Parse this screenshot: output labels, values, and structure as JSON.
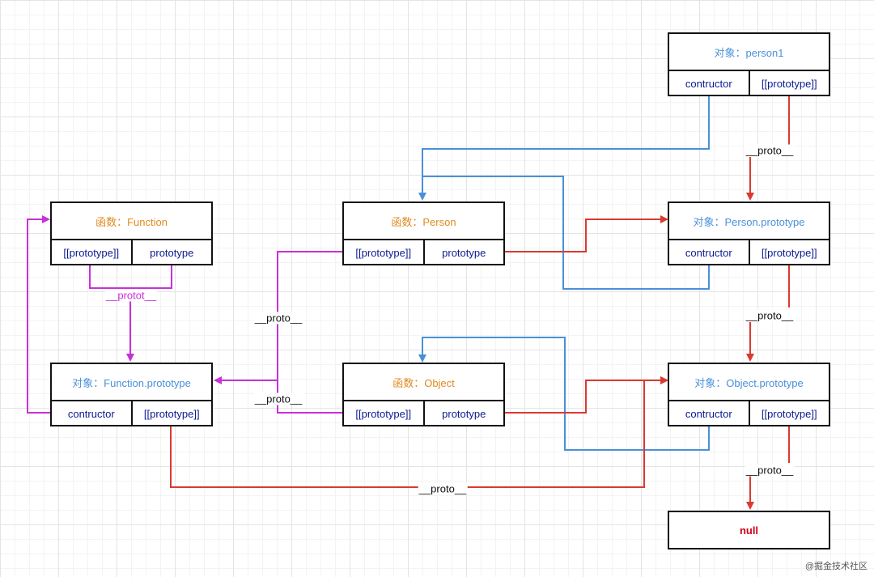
{
  "nodes": {
    "person1": {
      "title": "对象：person1",
      "left": "contructor",
      "right": "[[prototype]]"
    },
    "person_prototype": {
      "title": "对象：Person.prototype",
      "left": "contructor",
      "right": "[[prototype]]"
    },
    "object_prototype": {
      "title": "对象：Object.prototype",
      "left": "contructor",
      "right": "[[prototype]]"
    },
    "null_box": {
      "title": "null"
    },
    "fn_person": {
      "title": "函数：Person",
      "left": "[[prototype]]",
      "right": "prototype"
    },
    "fn_object": {
      "title": "函数：Object",
      "left": "[[prototype]]",
      "right": "prototype"
    },
    "fn_function": {
      "title": "函数：Function",
      "left": "[[prototype]]",
      "right": "prototype"
    },
    "function_prototype": {
      "title": "对象：Function.prototype",
      "left": "contructor",
      "right": "[[prototype]]"
    }
  },
  "labels": {
    "proto_1": "__proto__",
    "proto_2": "__proto__",
    "proto_3": "__proto__",
    "proto_4": "__proto__",
    "proto_5": "__proto__",
    "proto_6": "__proto__",
    "protot": "__protot__"
  },
  "colors": {
    "constructor_link": "#4a90d9",
    "proto_link": "#d93a32",
    "function_link": "#c930d8"
  },
  "watermark": "@掘金技术社区"
}
